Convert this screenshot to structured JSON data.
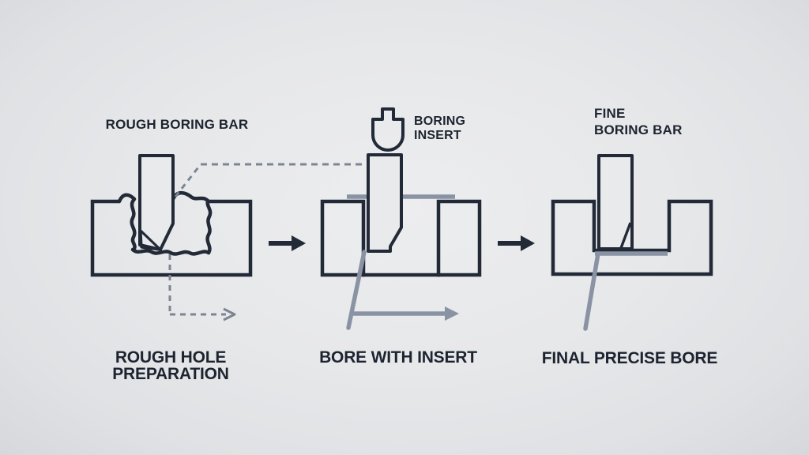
{
  "diagram_title": "boring-process-three-steps",
  "colors": {
    "background_center": "#ecedef",
    "background_edge": "#d6d8db",
    "line_dark": "#222a38",
    "line_gray": "#8a93a3",
    "dashed_gray": "#7d8594",
    "text_dark": "#1d2430"
  },
  "steps": [
    {
      "tool_label": "ROUGH BORING BAR",
      "caption": "ROUGH HOLE\nPREPARATION"
    },
    {
      "icon": "boring-insert-icon",
      "icon_label": "BORING\nINSERT",
      "caption": "BORE WITH INSERT"
    },
    {
      "tool_label": "FINE\nBORING BAR",
      "caption": "FINAL PRECISE BORE"
    }
  ]
}
